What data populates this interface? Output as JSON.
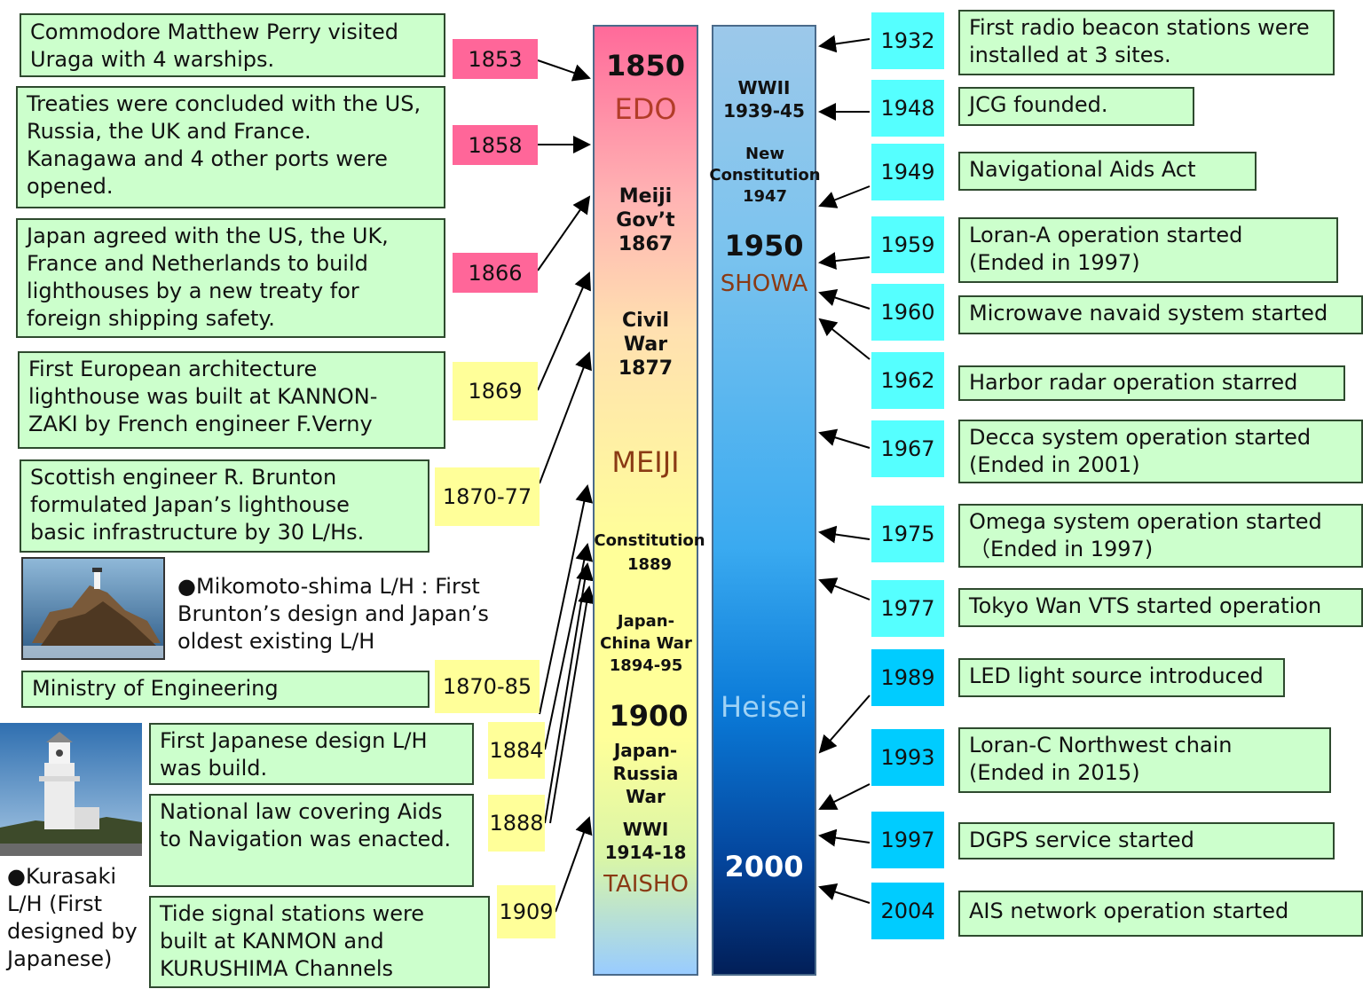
{
  "left_events": [
    {
      "text": "Commodore Matthew Perry visited\nUraga with 4 warships.",
      "year": "1853"
    },
    {
      "text": "Treaties were concluded with the US,\nRussia, the UK and France.\nKanagawa and 4 other ports were\nopened.",
      "year": "1858"
    },
    {
      "text": "Japan agreed with the US, the UK,\nFrance and Netherlands to build\nlighthouses by a new treaty for\nforeign shipping safety.",
      "year": "1866"
    },
    {
      "text": "First European architecture\nlighthouse was built at KANNON-\nZAKI by French engineer  F.Verny",
      "year": "1869"
    },
    {
      "text": "Scottish engineer R. Brunton\nformulated Japan’s lighthouse\nbasic infrastructure by 30 L/Hs.",
      "year": "1870-77"
    },
    {
      "text": "Ministry of Engineering",
      "year": "1870-85"
    },
    {
      "text": "First Japanese design L/H\nwas build.",
      "year": "1884"
    },
    {
      "text": "National law covering  Aids\nto Navigation was enacted.",
      "year": "1888"
    },
    {
      "text": "Tide signal stations were\nbuilt at KANMON and\nKURUSHIMA Channels",
      "year": "1909"
    }
  ],
  "captions": {
    "mikomoto": "●Mikomoto-shima L/H : First\nBrunton’s design and Japan’s\noldest existing L/H",
    "kurasaki": "●Kurasaki\nL/H (First\ndesigned by\nJapanese)"
  },
  "left_bar": {
    "y1850": "1850",
    "edo": "EDO",
    "meiji_gov": "Meiji\nGov’t\n1867",
    "civil_war": "Civil\nWar\n1877",
    "meiji": "MEIJI",
    "constitution": "Constitution\n1889",
    "japan_china": "Japan-\nChina War\n1894-95",
    "y1900": "1900",
    "japan_russia": "Japan-\nRussia\nWar",
    "wwi": "WWI\n1914-18",
    "taisho": "TAISHO"
  },
  "right_bar": {
    "wwii": "WWII\n1939-45",
    "new_constitution": "New\nConstitution\n1947",
    "y1950": "1950",
    "showa": "SHOWA",
    "heisei": "Heisei",
    "y2000": "2000"
  },
  "right_events": [
    {
      "year": "1932",
      "text": "First radio beacon stations were\ninstalled at 3 sites."
    },
    {
      "year": "1948",
      "text": "JCG founded."
    },
    {
      "year": "1949",
      "text": "Navigational Aids Act"
    },
    {
      "year": "1959",
      "text": "Loran-A operation started\n(Ended in 1997)"
    },
    {
      "year": "1960",
      "text": "Microwave navaid system started"
    },
    {
      "year": "1962",
      "text": "Harbor radar operation starred"
    },
    {
      "year": "1967",
      "text": "Decca system operation started\n(Ended in 2001)"
    },
    {
      "year": "1975",
      "text": "Omega system operation started\n（Ended in 1997)"
    },
    {
      "year": "1977",
      "text": "Tokyo Wan VTS started operation"
    },
    {
      "year": "1989",
      "text": "LED light source introduced"
    },
    {
      "year": "1993",
      "text": "Loran-C Northwest chain\n(Ended in 2015)"
    },
    {
      "year": "1997",
      "text": "DGPS service started"
    },
    {
      "year": "2004",
      "text": "AIS network operation started"
    }
  ]
}
